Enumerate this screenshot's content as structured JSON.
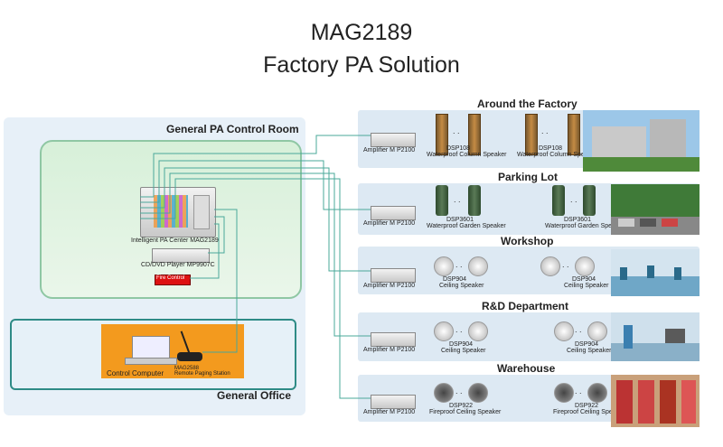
{
  "title_line1": "MAG2189",
  "title_line2": "Factory PA Solution",
  "control_room": {
    "title": "General PA Control Room",
    "mag_label": "Intelligent PA Center MAG2189",
    "cd_label": "CD/DVD Player MP9907C",
    "fire_label": "Fire Control"
  },
  "office": {
    "title": "General Office",
    "computer_label": "Control Computer",
    "paging_label_1": "MAG2588",
    "paging_label_2": "Remote Paging Station"
  },
  "zones": [
    {
      "title": "Around the Factory",
      "amp": "Amplifier M P2100",
      "spk1": "DSP108",
      "spk1b": "Waterproof Column Speaker",
      "spk2": "DSP108",
      "spk2b": "Waterproof Column Speaker"
    },
    {
      "title": "Parking Lot",
      "amp": "Amplifier M P2100",
      "spk1": "DSP3601",
      "spk1b": "Waterproof Garden Speaker",
      "spk2": "DSP3601",
      "spk2b": "Waterproof Garden Speaker"
    },
    {
      "title": "Workshop",
      "amp": "Amplifier M P2100",
      "spk1": "DSP904",
      "spk1b": "Ceiling Speaker",
      "spk2": "DSP904",
      "spk2b": "Ceiling Speaker"
    },
    {
      "title": "R&D Department",
      "amp": "Amplifier M P2100",
      "spk1": "DSP904",
      "spk1b": "Ceiling Speaker",
      "spk2": "DSP904",
      "spk2b": "Ceiling Speaker"
    },
    {
      "title": "Warehouse",
      "amp": "Amplifier M P2100",
      "spk1": "DSP922",
      "spk1b": "Fireproof Ceiling Speaker",
      "spk2": "DSP922",
      "spk2b": "Fireproof Ceiling Speaker"
    }
  ],
  "ellipsis": ". .",
  "colors": {
    "line": "#4aa89a",
    "zone_bg": "#dde9f3",
    "orange": "#f39a1e",
    "fire": "#d11111"
  }
}
